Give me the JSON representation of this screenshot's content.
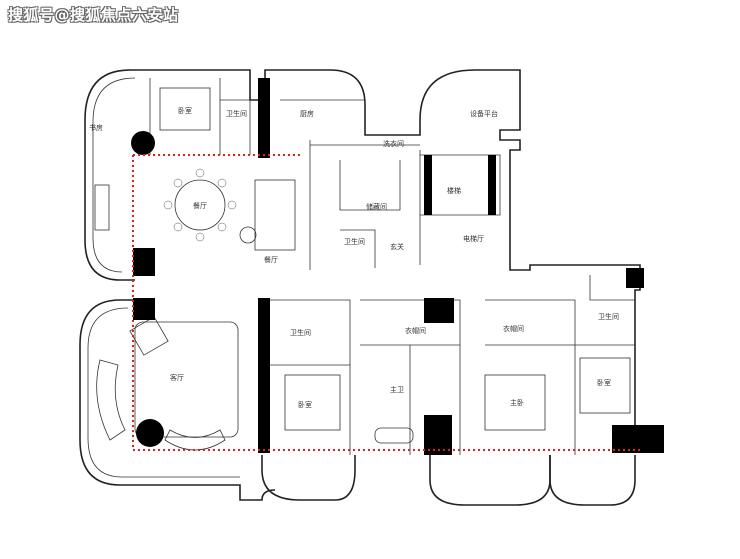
{
  "watermark": "搜狐号@搜狐焦点六安站",
  "rooms": {
    "bedroom_top": "卧室",
    "bath_top": "卫生间",
    "kitchen": "厨房",
    "laundry": "洗衣间",
    "equipment": "设备平台",
    "stair": "楼梯",
    "storage": "储藏间",
    "bath_mid": "卫生间",
    "entrance": "玄关",
    "elevator_hall": "电梯厅",
    "dining": "餐厅",
    "restaurant": "餐厅",
    "balcony": "书房",
    "living": "客厅",
    "bath_left": "卫生间",
    "bedroom_left": "卧室",
    "cloak_main": "衣帽间",
    "bath_main": "主卫",
    "bedroom_main": "主卧",
    "cloak_right": "衣帽间",
    "bath_right": "卫生间",
    "bedroom_right": "卧室"
  },
  "colors": {
    "wall": "#222222",
    "zone_outline": "#dd2222",
    "watermark": "#ffffff"
  }
}
